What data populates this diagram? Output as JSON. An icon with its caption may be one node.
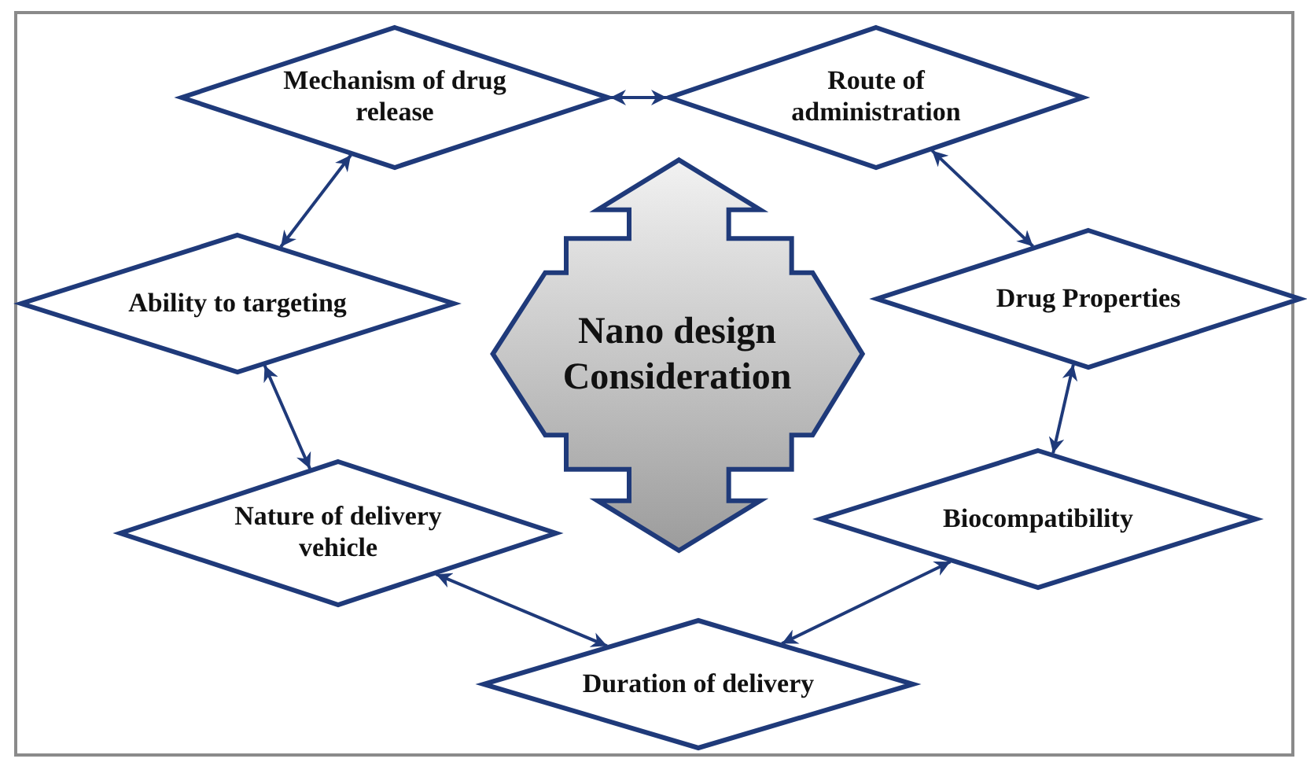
{
  "diagram": {
    "nodes": [
      {
        "text": [
          "Mechanism of drug release"
        ]
      },
      {
        "text": [
          "Route of administration"
        ]
      },
      {
        "text": [
          "Ability to targeting"
        ]
      },
      {
        "text": [
          "Nano design Consideration"
        ]
      },
      {
        "text": [
          "Drug Properties"
        ]
      },
      {
        "text": [
          "Nature of delivery vehicle"
        ]
      },
      {
        "text": [
          "Biocompatibility"
        ]
      },
      {
        "text": [
          "Duration of delivery"
        ]
      }
    ],
    "edges": [
      {
        "from": 0,
        "to": 1,
        "arrow": "both"
      },
      {
        "from": 1,
        "to": 4,
        "arrow": "both"
      },
      {
        "from": 4,
        "to": 6,
        "arrow": "both"
      },
      {
        "from": 6,
        "to": 7,
        "arrow": "both"
      },
      {
        "from": 7,
        "to": 5,
        "arrow": "both"
      },
      {
        "from": 5,
        "to": 2,
        "arrow": "both"
      },
      {
        "from": 2,
        "to": 0,
        "arrow": "both"
      }
    ]
  }
}
